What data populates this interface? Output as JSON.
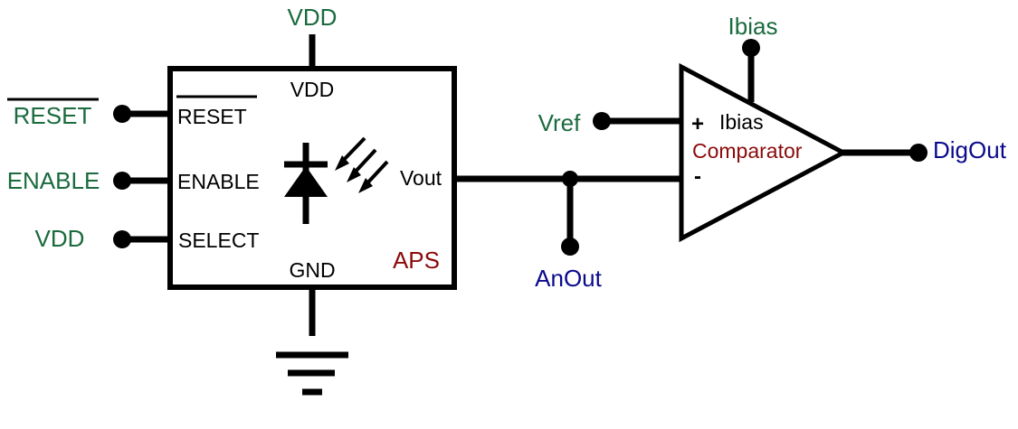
{
  "colors": {
    "input_label": "#1a6b3e",
    "output_label": "#0a0a8c",
    "block_label": "#8b0a0a",
    "line": "#000000"
  },
  "external": {
    "vdd_top": "VDD",
    "reset": "RESET",
    "enable": "ENABLE",
    "vdd_select": "VDD",
    "vref": "Vref",
    "ibias": "Ibias",
    "anout": "AnOut",
    "digout": "DigOut"
  },
  "aps": {
    "name": "APS",
    "pin_vdd": "VDD",
    "pin_reset": "RESET",
    "pin_enable": "ENABLE",
    "pin_select": "SELECT",
    "pin_gnd": "GND",
    "pin_vout": "Vout",
    "sensor_icon": "photodiode-icon"
  },
  "comparator": {
    "name": "Comparator",
    "plus": "+",
    "minus": "-",
    "pin_ibias": "Ibias"
  },
  "ground_icon": "ground-icon"
}
